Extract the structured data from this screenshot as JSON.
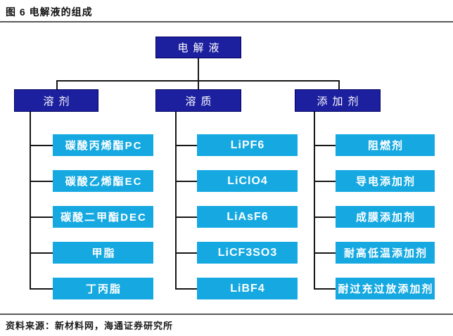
{
  "header": {
    "title": "图 6 电解液的组成"
  },
  "footer": {
    "source": "资料来源：新材料网，海通证券研究所"
  },
  "colors": {
    "branch_box": "#1c1f9e",
    "leaf_box": "#16a9e1",
    "connector": "#161616",
    "divider": "#595959",
    "box_text": "#ffffff"
  },
  "tree": {
    "root": {
      "label": "电解液"
    },
    "branches": [
      {
        "label": "溶剂",
        "children": [
          "碳酸丙烯酯PC",
          "碳酸乙烯酯EC",
          "碳酸二甲酯DEC",
          "甲脂",
          "丁丙脂"
        ]
      },
      {
        "label": "溶质",
        "children": [
          "LiPF6",
          "LiClO4",
          "LiAsF6",
          "LiCF3SO3",
          "LiBF4"
        ]
      },
      {
        "label": "添加剂",
        "children": [
          "阻燃剂",
          "导电添加剂",
          "成膜添加剂",
          "耐高低温添加剂",
          "耐过充过放添加剂"
        ]
      }
    ]
  }
}
